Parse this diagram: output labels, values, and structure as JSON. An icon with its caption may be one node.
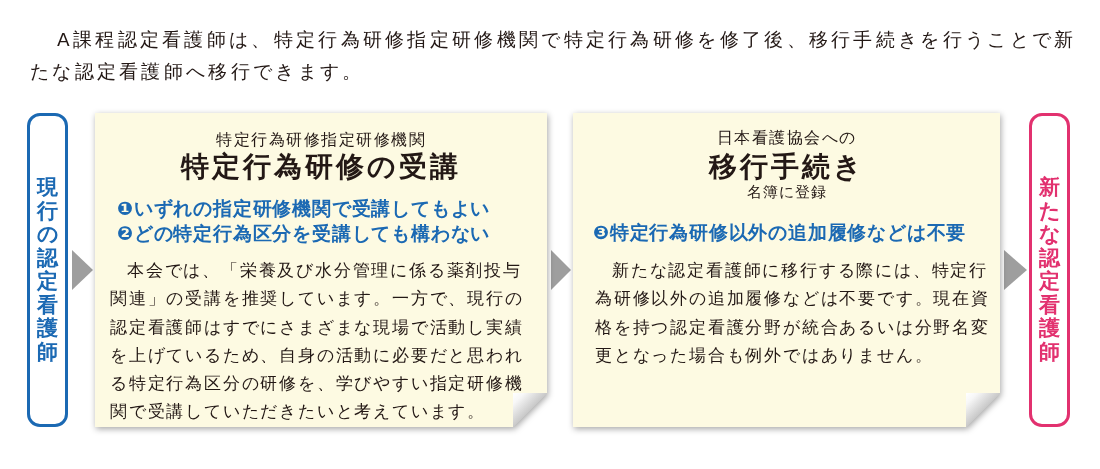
{
  "diagram": {
    "nodes": [
      {
        "text": [
          "現行の認定看護師"
        ]
      },
      {
        "text": [
          "特定行為研修指定研修機関",
          "特定行為研修の受講",
          "❶いずれの指定研修機関で受講してもよい",
          "❷どの特定行為区分を受講しても構わない",
          "本会では、「栄養及び水分管理に係る薬剤投与関連」の受講を推奨しています。一方で、現行の認定看護師はすでにさまざまな現場で活動し実績を上げているため、自身の活動に必要だと思われる特定行為区分の研修を、学びやすい指定研修機関で受講していただきたいと考えています。"
        ]
      },
      {
        "text": [
          "日本看護協会への",
          "移行手続き",
          "名簿に登録",
          "❸特定行為研修以外の追加履修などは不要",
          "新たな認定看護師に移行する際には、特定行為研修以外の追加履修などは不要です。現在資格を持つ認定看護分野が統合あるいは分野名変更となった場合も例外ではありません。"
        ]
      },
      {
        "text": [
          "新たな認定看護師"
        ]
      }
    ],
    "edges": [
      {
        "from": 0,
        "to": 1,
        "arrow": "to"
      },
      {
        "from": 1,
        "to": 2,
        "arrow": "to"
      },
      {
        "from": 2,
        "to": 3,
        "arrow": "to"
      }
    ],
    "labels": [
      "A課程認定看護師は、特定行為研修指定研修機関で特定行為研修を修了後、移行手続きを行うことで新たな認定看護師へ移行できます。"
    ]
  }
}
